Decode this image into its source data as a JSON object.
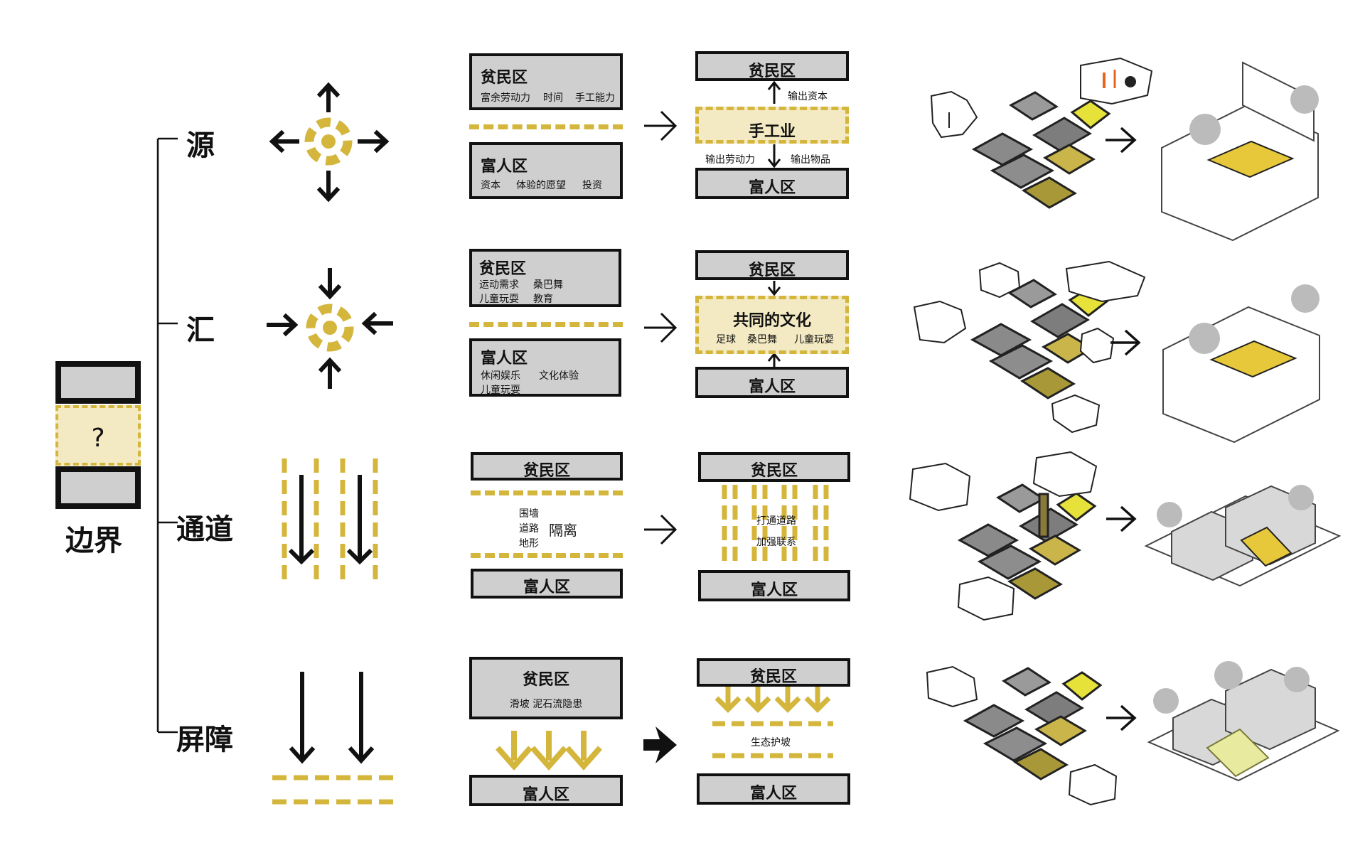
{
  "left": {
    "question": "?",
    "title": "边界"
  },
  "categories": [
    "源",
    "汇",
    "通道",
    "屏障"
  ],
  "row1": {
    "poor_label": "贫民区",
    "poor_items": [
      "富余劳动力",
      "时间",
      "手工能力"
    ],
    "rich_label": "富人区",
    "rich_items": [
      "资本",
      "体验的愿望",
      "投资"
    ],
    "result_poor": "贫民区",
    "result_center": "手工业",
    "result_rich": "富人区",
    "out_capital": "输出资本",
    "out_labor": "输出劳动力",
    "out_goods": "输出物品"
  },
  "row2": {
    "poor_label": "贫民区",
    "poor_items": [
      "运动需求",
      "桑巴舞",
      "儿童玩耍",
      "教育"
    ],
    "rich_label": "富人区",
    "rich_items": [
      "休闲娱乐",
      "文化体验",
      "儿童玩耍"
    ],
    "result_poor": "贫民区",
    "result_center": "共同的文化",
    "result_center_items": [
      "足球",
      "桑巴舞",
      "儿童玩耍"
    ],
    "result_rich": "富人区"
  },
  "row3": {
    "poor_label": "贫民区",
    "separators": [
      "围墙",
      "道路",
      "地形"
    ],
    "isolation": "隔离",
    "rich_label": "富人区",
    "result_poor": "贫民区",
    "actions": [
      "打通道路",
      "加强联系"
    ],
    "result_rich": "富人区"
  },
  "row4": {
    "poor_label": "贫民区",
    "hazard": "滑坡 泥石流隐患",
    "rich_label": "富人区",
    "result_poor": "贫民区",
    "slope": "生态护坡",
    "result_rich": "富人区"
  },
  "colors": {
    "accent": "#d4b63c",
    "pale": "#f3e9c2",
    "gray": "#cfcfcf",
    "dark": "#111111",
    "orange": "#e8641c",
    "yellow": "#e6e23a"
  }
}
